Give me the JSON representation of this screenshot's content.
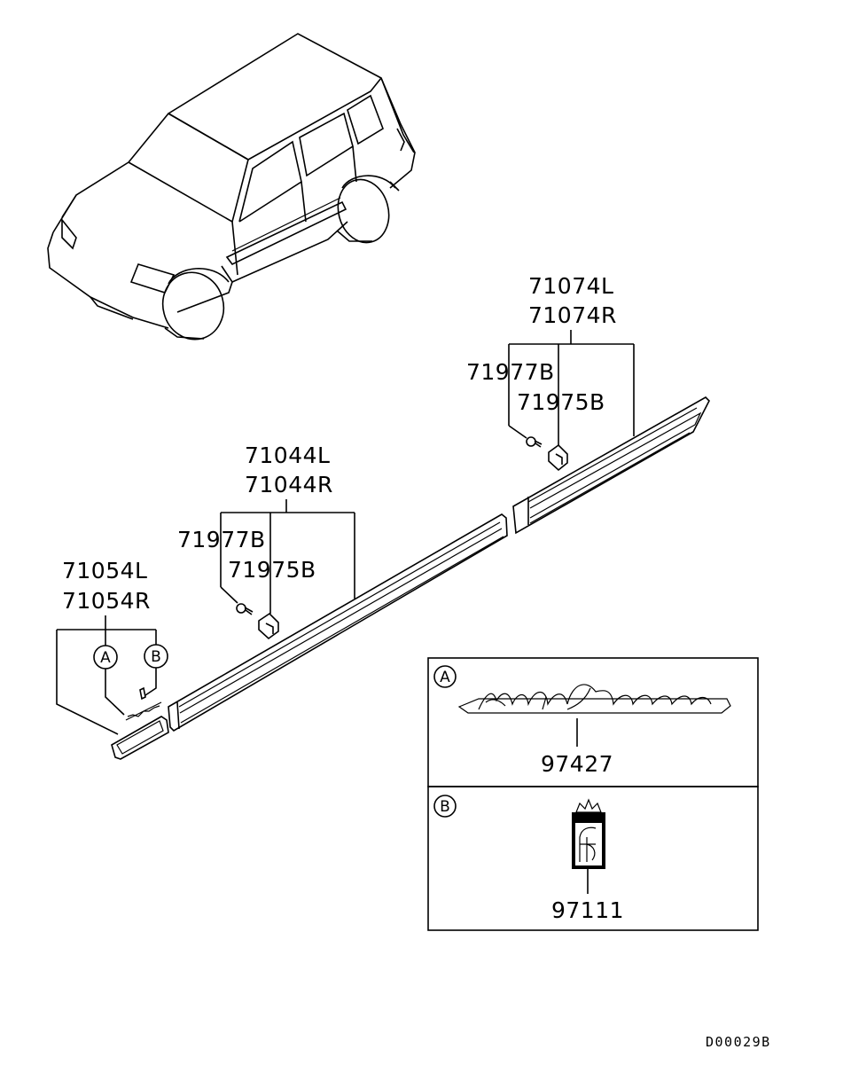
{
  "labels": {
    "rear_molding_l": "71074L",
    "rear_molding_r": "71074R",
    "rear_screw": "71977B",
    "rear_clip": "71975B",
    "front_molding_l": "71044L",
    "front_molding_r": "71044R",
    "front_screw": "71977B",
    "front_clip": "71975B",
    "garnish_l": "71054L",
    "garnish_r": "71054R",
    "callout_a": "A",
    "callout_b": "B"
  },
  "detail_a": {
    "tag": "A",
    "part_no": "97427",
    "emblem": "pininfarina-script-emblem"
  },
  "detail_b": {
    "tag": "B",
    "part_no": "97111",
    "emblem": "pininfarina-f-badge"
  },
  "diagram_code": "D00029B"
}
